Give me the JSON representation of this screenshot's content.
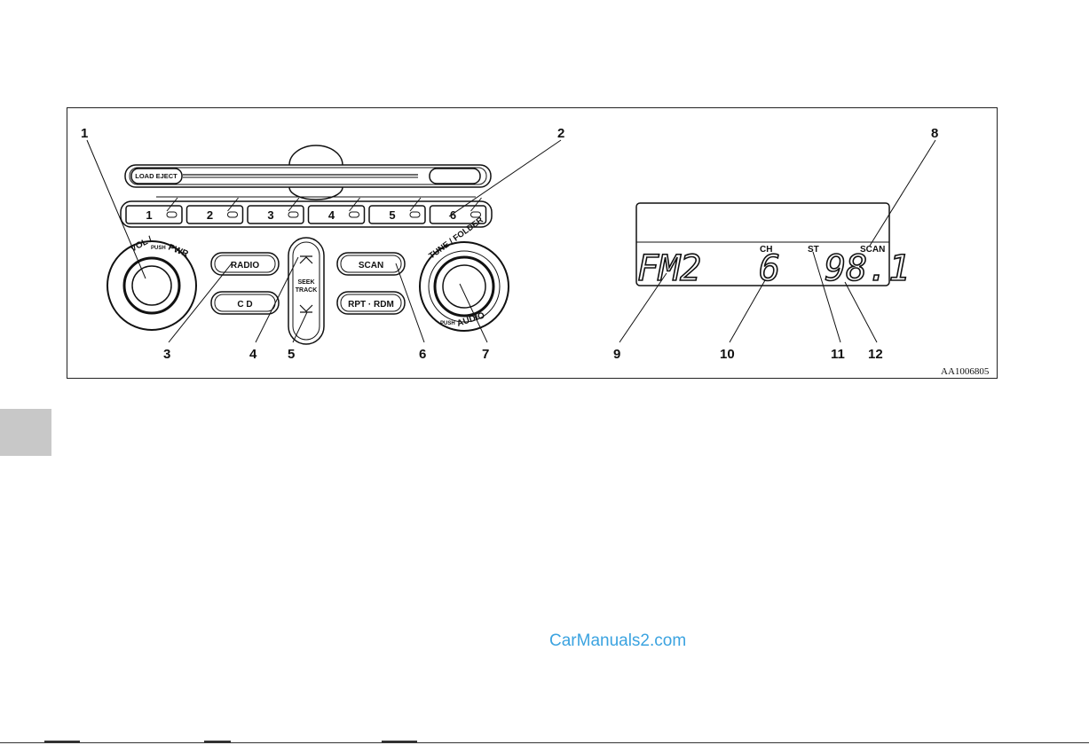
{
  "diagram": {
    "callouts": [
      "1",
      "2",
      "3",
      "4",
      "5",
      "6",
      "7",
      "8",
      "9",
      "10",
      "11",
      "12"
    ],
    "buttons": {
      "load_eject": "LOAD EJECT",
      "presets": [
        "1",
        "2",
        "3",
        "4",
        "5",
        "6"
      ],
      "radio": "RADIO",
      "cd": "C D",
      "scan": "SCAN",
      "rpt_rdm": "RPT · RDM",
      "seek_line1": "SEEK",
      "seek_line2": "TRACK"
    },
    "knobs": {
      "vol_label": "VOL /",
      "push_small": "PUSH",
      "pwr_label": "PWR",
      "tune_label": "TUNE / FOLDER",
      "audio_push": "PUSH",
      "audio_label": "AUDIO"
    },
    "display": {
      "ch_label": "CH",
      "st_label": "ST",
      "scan_label": "SCAN",
      "band": "FM2",
      "channel": "6",
      "frequency": "98.1"
    },
    "part_code": "AA1006805"
  },
  "page": {
    "watermark": "CarManuals2.com"
  }
}
